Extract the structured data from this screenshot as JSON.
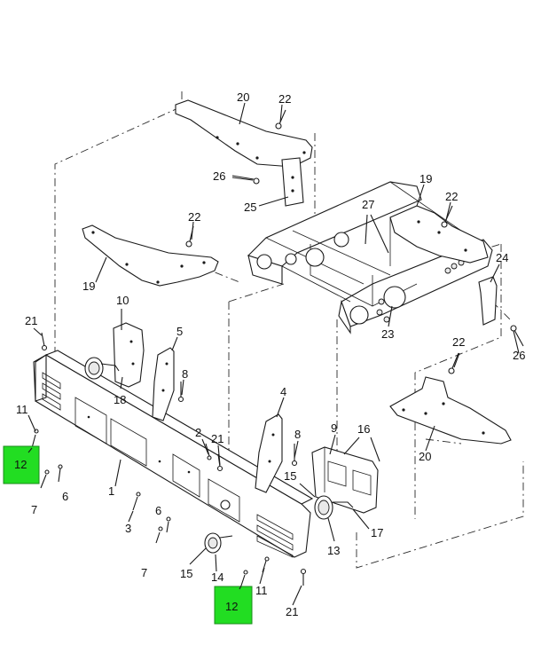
{
  "callouts": {
    "c20_top": "20",
    "c22_top": "22",
    "c26_top": "26",
    "c25": "25",
    "c22_left": "22",
    "c19_left": "19",
    "c19_right": "19",
    "c22_right": "22",
    "c27": "27",
    "c24": "24",
    "c23": "23",
    "c26_right": "26",
    "c10": "10",
    "c5": "5",
    "c21_left": "21",
    "c8_upper": "8",
    "c18": "18",
    "c11_left": "11",
    "c7_left": "7",
    "c6_left": "6",
    "c4": "4",
    "c2": "2",
    "c21_mid": "21",
    "c8_mid": "8",
    "c1": "1",
    "c3": "3",
    "c6_mid": "6",
    "c7_mid": "7",
    "c9": "9",
    "c16": "16",
    "c15_upper": "15",
    "c17": "17",
    "c13": "13",
    "c22_lower": "22",
    "c20_lower": "20",
    "c15_lower": "15",
    "c14": "14",
    "c11_lower": "11",
    "c21_bottom": "21"
  },
  "highlight_tags": [
    {
      "label": "12",
      "color": "#22dd22"
    },
    {
      "label": "12",
      "color": "#22dd22"
    }
  ]
}
